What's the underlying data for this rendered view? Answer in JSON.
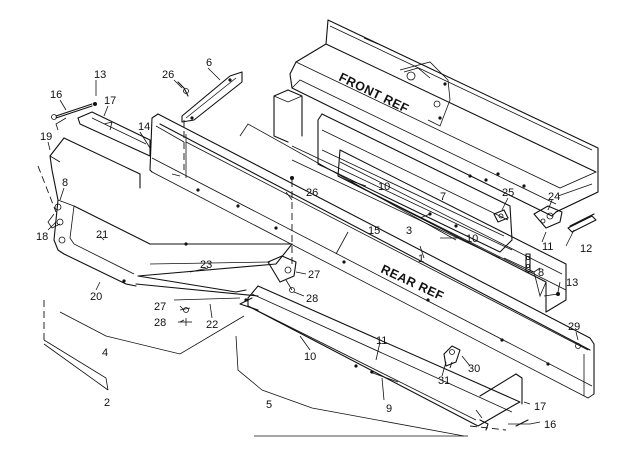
{
  "diagram": {
    "ref_labels": {
      "front": "FRONT REF",
      "rear": "REAR REF"
    },
    "callouts": {
      "c1": "1",
      "c2": "2",
      "c3": "3",
      "c4": "4",
      "c5": "5",
      "c6": "6",
      "c7": "7",
      "c8a": "8",
      "c8b": "8",
      "c9": "9",
      "c10a": "10",
      "c10b": "10",
      "c10c": "10",
      "c11a": "11",
      "c11b": "11",
      "c12": "12",
      "c13a": "13",
      "c13b": "13",
      "c14": "14",
      "c15": "15",
      "c16a": "16",
      "c16b": "16",
      "c17a": "17",
      "c17b": "17",
      "c18": "18",
      "c19": "19",
      "c20": "20",
      "c21": "21",
      "c22": "22",
      "c23": "23",
      "c24": "24",
      "c25": "25",
      "c26a": "26",
      "c26b": "26",
      "c27a": "27",
      "c27b": "27",
      "c28a": "28",
      "c28b": "28",
      "c29": "29",
      "c30": "30",
      "c31": "31"
    }
  }
}
